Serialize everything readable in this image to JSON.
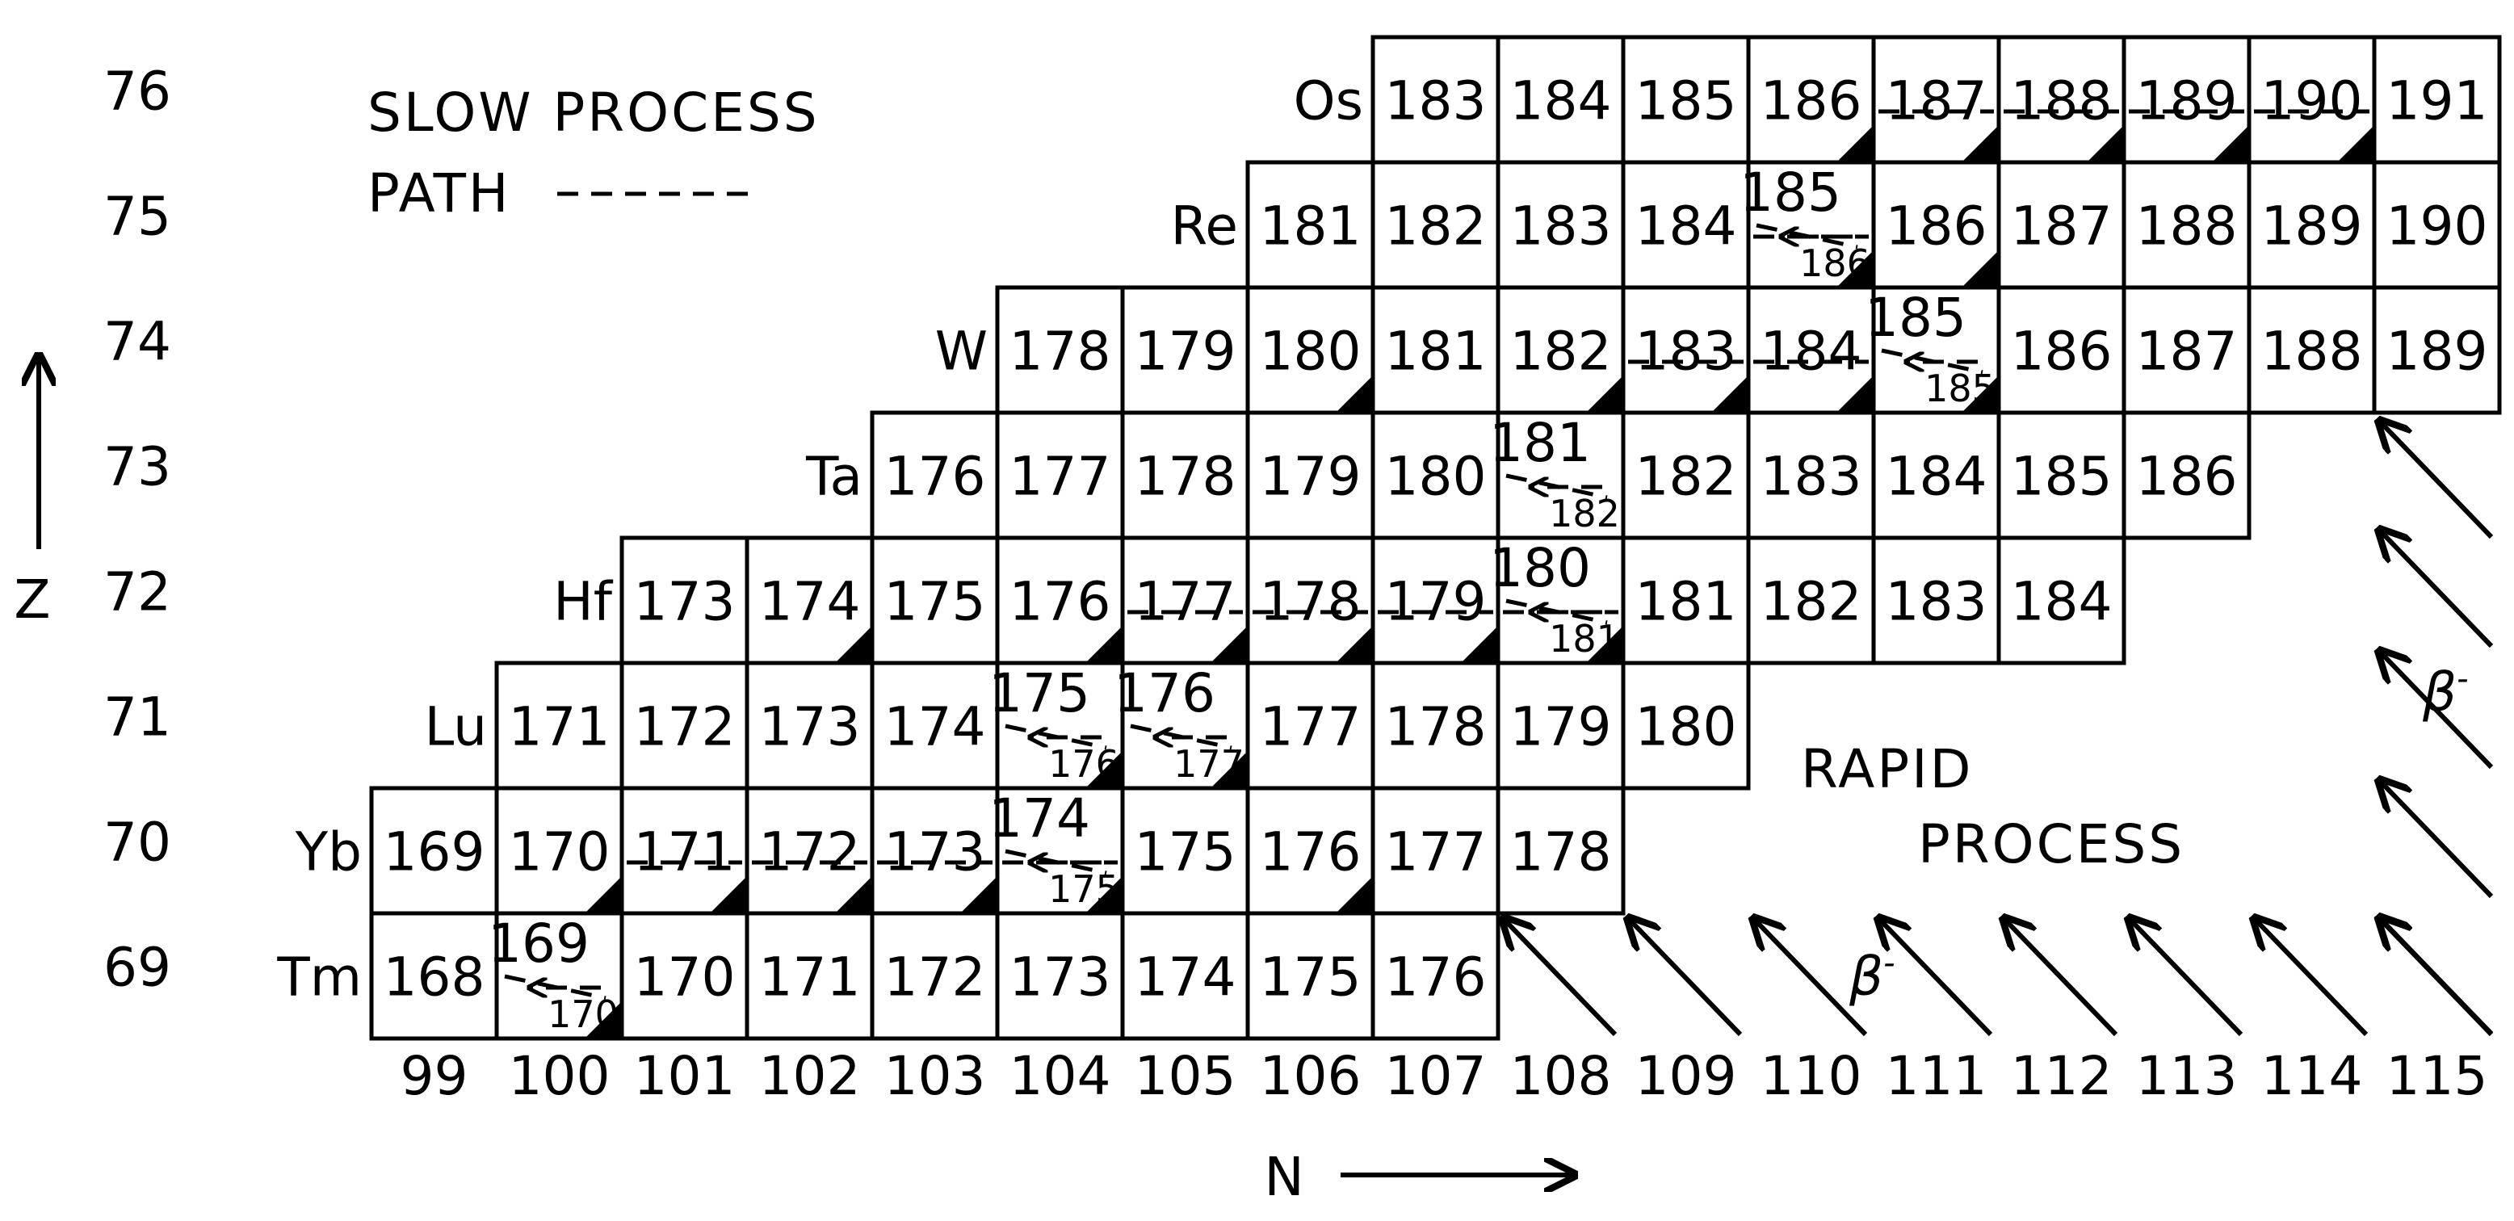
{
  "legend": {
    "slow_line1": "SLOW PROCESS",
    "slow_line2": "PATH",
    "rapid_line1": "RAPID",
    "rapid_line2": "PROCESS",
    "beta": "β",
    "beta_sup": "-"
  },
  "axes": {
    "z_label": "Z",
    "n_label": "N",
    "z_values": [
      "76",
      "75",
      "74",
      "73",
      "72",
      "71",
      "70",
      "69"
    ],
    "n_values": [
      "99",
      "100",
      "101",
      "102",
      "103",
      "104",
      "105",
      "106",
      "107",
      "108",
      "109",
      "110",
      "111",
      "112",
      "113",
      "114",
      "115"
    ]
  },
  "chart_data": {
    "type": "table",
    "rows": [
      {
        "z": "76",
        "element": "Os",
        "first_n": 107,
        "masses": [
          "183",
          "184",
          "185",
          "186",
          "187",
          "188",
          "189",
          "190",
          "191"
        ],
        "dashed": [
          false,
          false,
          false,
          false,
          true,
          true,
          true,
          true,
          false
        ]
      },
      {
        "z": "75",
        "element": "Re",
        "first_n": 106,
        "masses": [
          "181",
          "182",
          "183",
          "184",
          "185",
          "186",
          "187",
          "188",
          "189",
          "190"
        ],
        "dashed": [
          false,
          false,
          false,
          false,
          true,
          false,
          false,
          false,
          false,
          false
        ]
      },
      {
        "z": "74",
        "element": "W",
        "first_n": 104,
        "masses": [
          "178",
          "179",
          "180",
          "181",
          "182",
          "183",
          "184",
          "185",
          "186",
          "187",
          "188",
          "189"
        ],
        "dashed": [
          false,
          false,
          false,
          false,
          false,
          true,
          true,
          false,
          false,
          false,
          false,
          false
        ]
      },
      {
        "z": "73",
        "element": "Ta",
        "first_n": 103,
        "masses": [
          "176",
          "177",
          "178",
          "179",
          "180",
          "181",
          "182",
          "183",
          "184",
          "185",
          "186"
        ],
        "dashed": [
          false,
          false,
          false,
          false,
          false,
          false,
          false,
          false,
          false,
          false,
          false
        ]
      },
      {
        "z": "72",
        "element": "Hf",
        "first_n": 101,
        "masses": [
          "173",
          "174",
          "175",
          "176",
          "177",
          "178",
          "179",
          "180",
          "181",
          "182",
          "183",
          "184"
        ],
        "dashed": [
          false,
          false,
          false,
          false,
          true,
          true,
          true,
          true,
          false,
          false,
          false,
          false
        ]
      },
      {
        "z": "71",
        "element": "Lu",
        "first_n": 100,
        "masses": [
          "171",
          "172",
          "173",
          "174",
          "175",
          "176",
          "177",
          "178",
          "179",
          "180"
        ],
        "dashed": [
          false,
          false,
          false,
          false,
          false,
          false,
          false,
          false,
          false,
          false
        ]
      },
      {
        "z": "70",
        "element": "Yb",
        "first_n": 99,
        "masses": [
          "169",
          "170",
          "171",
          "172",
          "173",
          "174",
          "175",
          "176",
          "177",
          "178"
        ],
        "dashed": [
          false,
          false,
          true,
          true,
          true,
          true,
          false,
          false,
          false,
          false
        ]
      },
      {
        "z": "69",
        "element": "Tm",
        "first_n": 99,
        "masses": [
          "168",
          "169",
          "170",
          "171",
          "172",
          "173",
          "174",
          "175",
          "176"
        ],
        "dashed": [
          false,
          false,
          false,
          false,
          false,
          false,
          false,
          false,
          false
        ]
      }
    ],
    "triangle_cells": [
      [
        "76",
        186
      ],
      [
        "76",
        187
      ],
      [
        "76",
        188
      ],
      [
        "76",
        189
      ],
      [
        "76",
        190
      ],
      [
        "75",
        185
      ],
      [
        "75",
        186
      ],
      [
        "74",
        180
      ],
      [
        "74",
        182
      ],
      [
        "74",
        183
      ],
      [
        "74",
        184
      ],
      [
        "74",
        185
      ],
      [
        "72",
        174
      ],
      [
        "72",
        176
      ],
      [
        "72",
        177
      ],
      [
        "72",
        178
      ],
      [
        "72",
        179
      ],
      [
        "72",
        180
      ],
      [
        "71",
        175
      ],
      [
        "71",
        176
      ],
      [
        "70",
        170
      ],
      [
        "70",
        171
      ],
      [
        "70",
        172
      ],
      [
        "70",
        173
      ],
      [
        "70",
        174
      ],
      [
        "70",
        176
      ],
      [
        "69",
        169
      ]
    ],
    "slow_path_split_cells": [
      [
        "75",
        185,
        "186"
      ],
      [
        "74",
        185,
        "185"
      ],
      [
        "73",
        181,
        "182"
      ],
      [
        "72",
        180,
        "181"
      ],
      [
        "71",
        175,
        "176"
      ],
      [
        "71",
        176,
        "177"
      ],
      [
        "70",
        174,
        "175"
      ],
      [
        "69",
        169,
        "170"
      ]
    ]
  }
}
